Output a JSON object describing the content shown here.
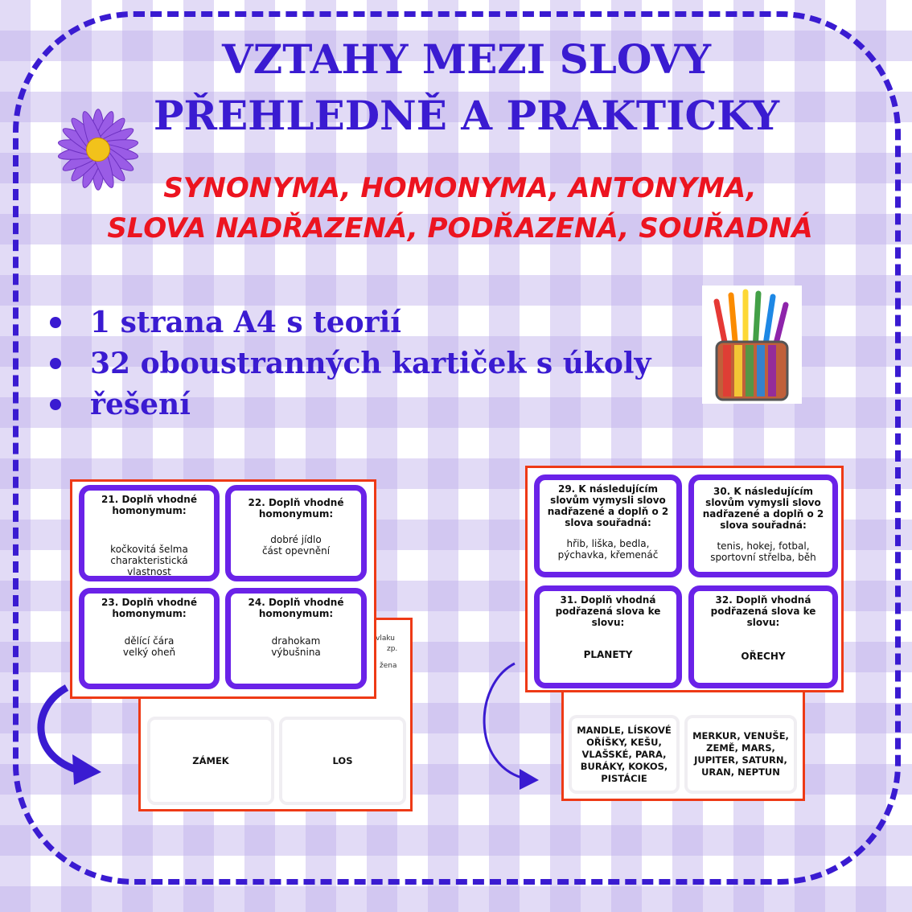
{
  "title": {
    "line1": "VZTAHY MEZI SLOVY",
    "line2": "PŘEHLEDNĚ A PRAKTICKY"
  },
  "subtitle": {
    "line1": "SYNONYMA, HOMONYMA, ANTONYMA,",
    "line2": "SLOVA NADŘAZENÁ, PODŘAZENÁ, SOUŘADNÁ"
  },
  "bullets": [
    "1 strana A4 s teorií",
    "32 oboustranných kartiček s úkoly",
    "řešení"
  ],
  "left_front_cards": [
    {
      "heading": "21. Doplň vhodné homonymum:",
      "body1": "kočkovitá šelma",
      "body2": "charakteristická vlastnost"
    },
    {
      "heading": "22.  Doplň vhodné homonymum:",
      "body1": "dobré jídlo",
      "body2": "část opevnění"
    },
    {
      "heading": "23. Doplň vhodné homonymum:",
      "body1": "dělící čára",
      "body2": "velký oheň"
    },
    {
      "heading": "24. Doplň vhodné homonymum:",
      "body1": "drahokam",
      "body2": "výbušnina"
    }
  ],
  "left_back": {
    "fragments": [
      "vlaku",
      "zp.",
      "žena"
    ],
    "answers": [
      "ZÁMEK",
      "LOS"
    ]
  },
  "right_front_cards": [
    {
      "heading": "29. K následujícím slovům vymysli slovo nadřazené a doplň o 2 slova souřadná:",
      "body": "hřib, liška, bedla, pýchavka, křemenáč"
    },
    {
      "heading": "30.  K následujícím slovům vymysli slovo nadřazené a doplň o 2 slova souřadná:",
      "body": "tenis, hokej, fotbal, sportovní střelba, běh"
    },
    {
      "heading": "31. Doplň vhodná podřazená slova ke slovu:",
      "body": "PLANETY"
    },
    {
      "heading": "32. Doplň vhodná podřazená slova ke slovu:",
      "body": "OŘECHY"
    }
  ],
  "right_back": {
    "answers": [
      "MANDLE, LÍSKOVÉ OŘÍŠKY, KEŠU, VLAŠSKÉ, PARA, BURÁKY, KOKOS, PISTÁCIE",
      "MERKUR, VENUŠE, ZEMĚ, MARS, JUPITER, SATURN, URAN, NEPTUN"
    ]
  },
  "colors": {
    "accent": "#3a1bd1",
    "red": "#ec1420",
    "card_border": "#6a22e8",
    "sheet_border": "#ee3a16"
  }
}
